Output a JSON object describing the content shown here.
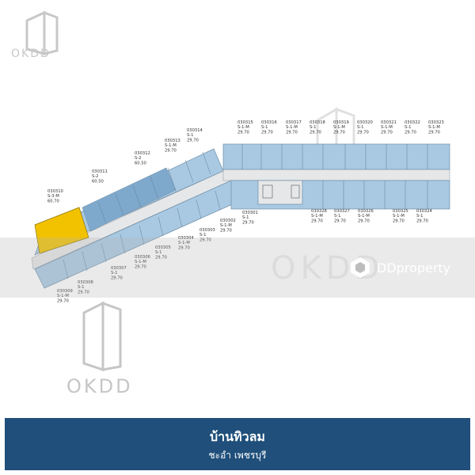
{
  "watermark": {
    "brand": "OKDD"
  },
  "partner": {
    "name": "DDproperty"
  },
  "footer": {
    "title": "บ้านทิวลม",
    "subtitle": "ชะอำ เพชรบุรี"
  },
  "units": [
    {
      "id": "030310",
      "type": "S-3-M",
      "area": "60.70"
    },
    {
      "id": "030311",
      "type": "S-2",
      "area": "60.50"
    },
    {
      "id": "030312",
      "type": "S-2",
      "area": "60.50"
    },
    {
      "id": "030313",
      "type": "S-1-M",
      "area": "29.70"
    },
    {
      "id": "030314",
      "type": "S-1",
      "area": "29.70"
    },
    {
      "id": "030315",
      "type": "S-1-M",
      "area": "29.70"
    },
    {
      "id": "030316",
      "type": "S-1",
      "area": "29.70"
    },
    {
      "id": "030317",
      "type": "S-1-M",
      "area": "29.70"
    },
    {
      "id": "030318",
      "type": "S-1",
      "area": "29.70"
    },
    {
      "id": "030319",
      "type": "S-1-M",
      "area": "29.70"
    },
    {
      "id": "030320",
      "type": "S-1",
      "area": "29.70"
    },
    {
      "id": "030321",
      "type": "S-1-M",
      "area": "29.70"
    },
    {
      "id": "030322",
      "type": "S-1",
      "area": "29.70"
    },
    {
      "id": "030323",
      "type": "S-1-M",
      "area": "29.70"
    },
    {
      "id": "030301",
      "type": "S-1",
      "area": "29.70"
    },
    {
      "id": "030302",
      "type": "S-1-M",
      "area": "29.70"
    },
    {
      "id": "030303",
      "type": "S-1",
      "area": "29.70"
    },
    {
      "id": "030304",
      "type": "S-1-M",
      "area": "29.70"
    },
    {
      "id": "030305",
      "type": "S-1",
      "area": "29.70"
    },
    {
      "id": "030306",
      "type": "S-1-M",
      "area": "29.70"
    },
    {
      "id": "030307",
      "type": "S-1",
      "area": "29.70"
    },
    {
      "id": "030308",
      "type": "S-1",
      "area": "29.70"
    },
    {
      "id": "030309",
      "type": "S-1-M",
      "area": "29.70"
    },
    {
      "id": "030328",
      "type": "S-1-M",
      "area": "29.70"
    },
    {
      "id": "030327",
      "type": "S-1",
      "area": "29.70"
    },
    {
      "id": "030326",
      "type": "S-1-M",
      "area": "29.70"
    },
    {
      "id": "030325",
      "type": "S-1-M",
      "area": "29.70"
    },
    {
      "id": "030324",
      "type": "S-1",
      "area": "29.70"
    }
  ],
  "colors": {
    "unit": "#a9c9e2",
    "unit_dark": "#7fa9cc",
    "highlight": "#f2c200",
    "corridor": "#e9eaeb",
    "footer": "#1f4f7a",
    "watermark": "#cfcfcf"
  }
}
